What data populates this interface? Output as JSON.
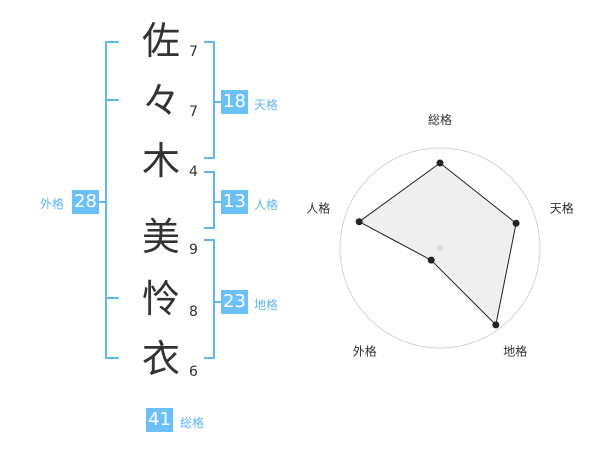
{
  "kanji": [
    {
      "char": "佐",
      "strokes": "7"
    },
    {
      "char": "々",
      "strokes": "7"
    },
    {
      "char": "木",
      "strokes": "4"
    },
    {
      "char": "美",
      "strokes": "9"
    },
    {
      "char": "怜",
      "strokes": "8"
    },
    {
      "char": "衣",
      "strokes": "6"
    }
  ],
  "fortunes": {
    "tenkaku": {
      "value": "18",
      "label": "天格"
    },
    "jinkaku": {
      "value": "13",
      "label": "人格"
    },
    "chikaku": {
      "value": "23",
      "label": "地格"
    },
    "gaikaku": {
      "value": "28",
      "label": "外格"
    },
    "soukaku": {
      "value": "41",
      "label": "総格"
    }
  },
  "radar": {
    "axes": [
      "総格",
      "天格",
      "地格",
      "外格",
      "人格"
    ],
    "values": [
      0.85,
      0.8,
      0.95,
      0.15,
      0.85
    ],
    "levels": 5
  },
  "colors": {
    "accent": "#6cc0f8",
    "line": "#5fb6f5"
  }
}
